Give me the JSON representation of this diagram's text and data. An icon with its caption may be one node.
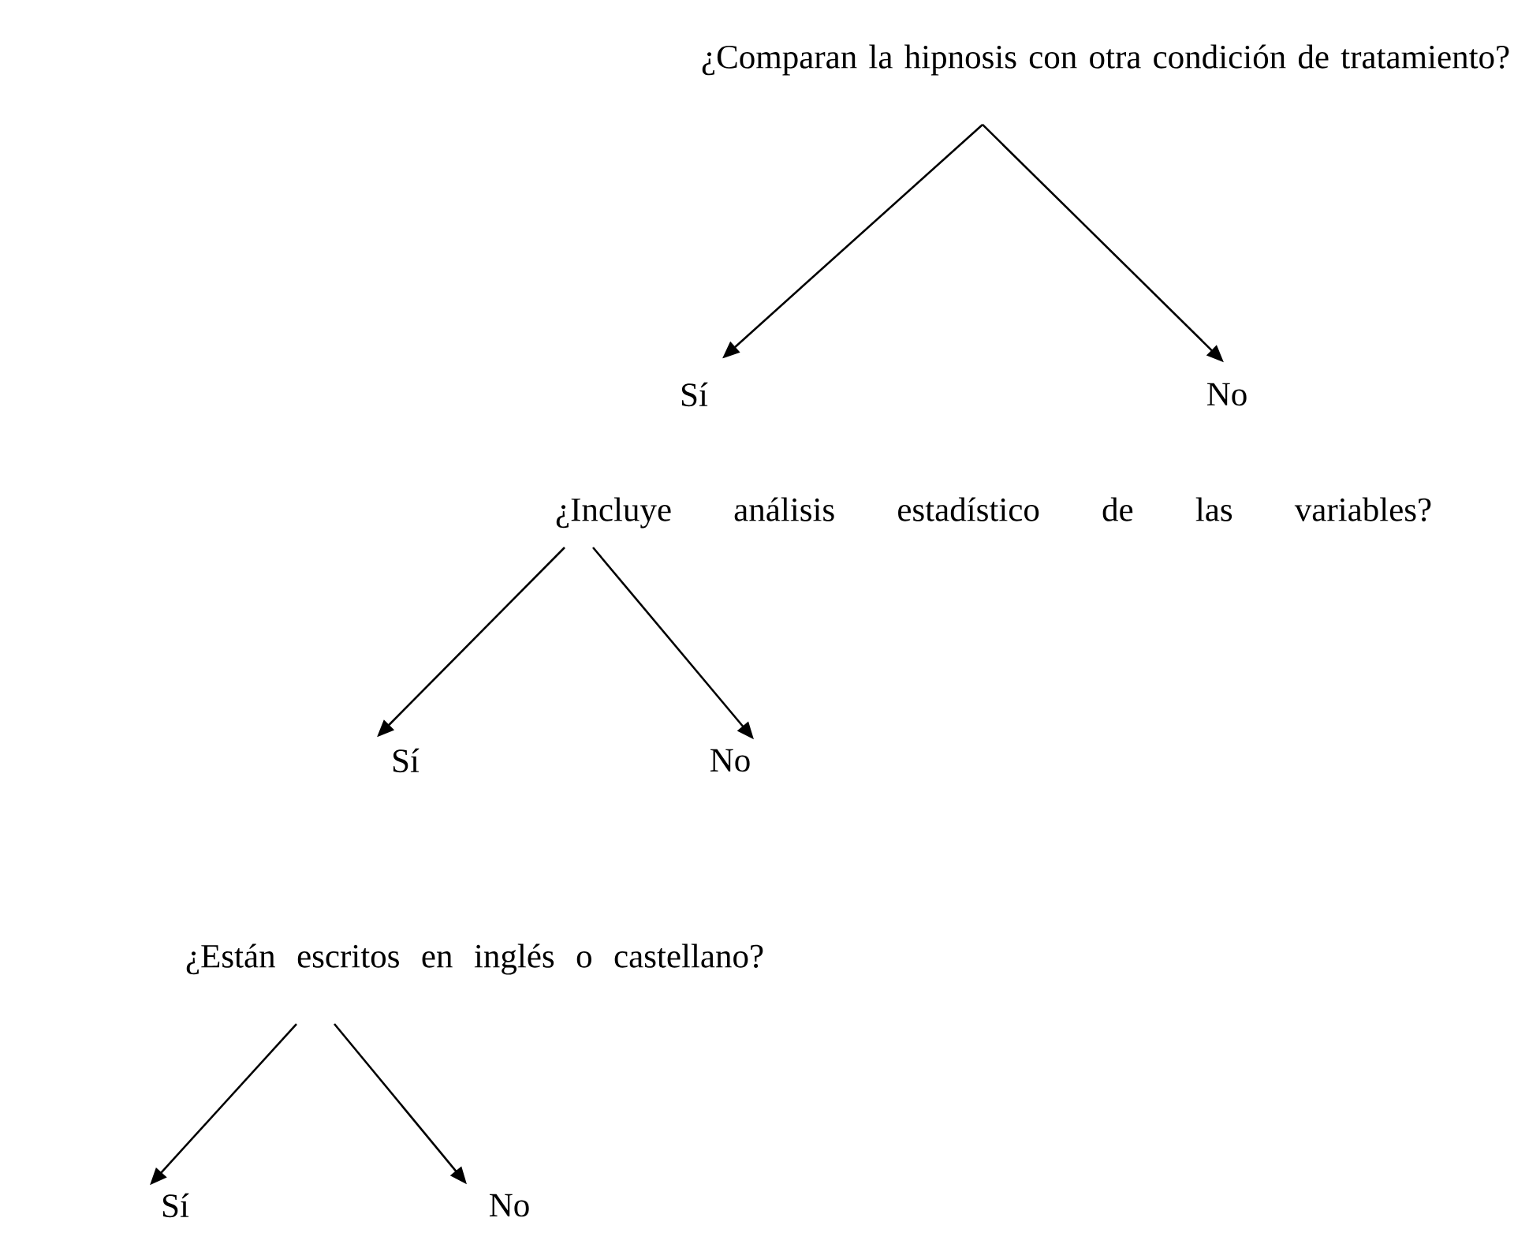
{
  "diagram": {
    "nodes": [
      {
        "text": [
          "¿Comparan la hipnosis con otra condición de tratamiento?"
        ]
      },
      {
        "text": [
          "Sí"
        ]
      },
      {
        "text": [
          "No"
        ]
      },
      {
        "text": [
          "¿Incluye análisis estadístico de las variables?"
        ]
      },
      {
        "text": [
          "Sí"
        ]
      },
      {
        "text": [
          "No"
        ]
      },
      {
        "text": [
          "¿Están escritos en inglés o castellano?"
        ]
      },
      {
        "text": [
          "Sí"
        ]
      },
      {
        "text": [
          "No"
        ]
      }
    ],
    "edges": [
      {
        "from": 0,
        "to": 1,
        "arrow": "to"
      },
      {
        "from": 0,
        "to": 2,
        "arrow": "to"
      },
      {
        "from": 3,
        "to": 4,
        "arrow": "to"
      },
      {
        "from": 3,
        "to": 5,
        "arrow": "to"
      },
      {
        "from": 6,
        "to": 7,
        "arrow": "to"
      },
      {
        "from": 6,
        "to": 8,
        "arrow": "to"
      }
    ]
  }
}
